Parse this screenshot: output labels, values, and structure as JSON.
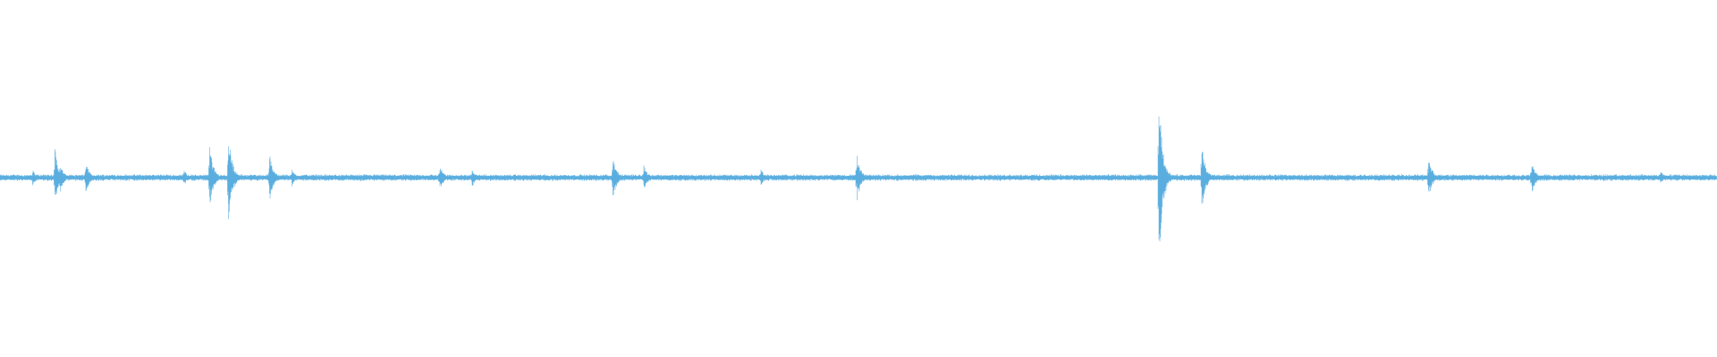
{
  "waveform": {
    "color": "#5aaedf",
    "background": "#ffffff",
    "baseline_amplitude": 0.04,
    "transients": [
      {
        "position": 0.019,
        "amplitude": 0.09
      },
      {
        "position": 0.032,
        "amplitude": 0.35
      },
      {
        "position": 0.035,
        "amplitude": 0.17
      },
      {
        "position": 0.05,
        "amplitude": 0.18
      },
      {
        "position": 0.107,
        "amplitude": 0.1
      },
      {
        "position": 0.122,
        "amplitude": 0.38
      },
      {
        "position": 0.133,
        "amplitude": 0.55
      },
      {
        "position": 0.157,
        "amplitude": 0.28
      },
      {
        "position": 0.17,
        "amplitude": 0.1
      },
      {
        "position": 0.256,
        "amplitude": 0.16
      },
      {
        "position": 0.275,
        "amplitude": 0.11
      },
      {
        "position": 0.357,
        "amplitude": 0.26
      },
      {
        "position": 0.375,
        "amplitude": 0.15
      },
      {
        "position": 0.443,
        "amplitude": 0.11
      },
      {
        "position": 0.499,
        "amplitude": 0.28
      },
      {
        "position": 0.675,
        "amplitude": 0.97
      },
      {
        "position": 0.7,
        "amplitude": 0.38
      },
      {
        "position": 0.832,
        "amplitude": 0.25
      },
      {
        "position": 0.892,
        "amplitude": 0.2
      },
      {
        "position": 0.967,
        "amplitude": 0.09
      }
    ]
  }
}
